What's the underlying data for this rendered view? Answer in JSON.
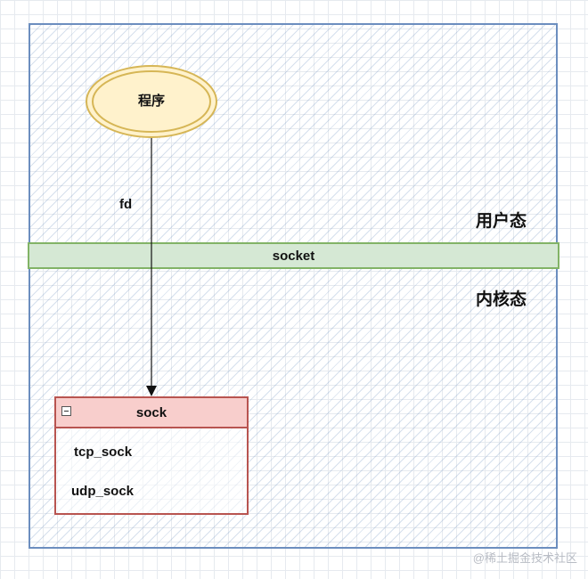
{
  "diagram": {
    "program_label": "程序",
    "fd_label": "fd",
    "user_space_label": "用户态",
    "kernel_space_label": "内核态",
    "socket_label": "socket",
    "sock": {
      "title": "sock",
      "fields": [
        "tcp_sock",
        "udp_sock"
      ]
    }
  },
  "watermark": "@稀土掘金技术社区",
  "colors": {
    "frame_border": "#6c8ebf",
    "program_fill": "#fff2cc",
    "program_stroke": "#d6b656",
    "socket_fill": "#d5e8d4",
    "socket_stroke": "#82b366",
    "sock_fill": "#f8cecc",
    "sock_stroke": "#b85450"
  }
}
